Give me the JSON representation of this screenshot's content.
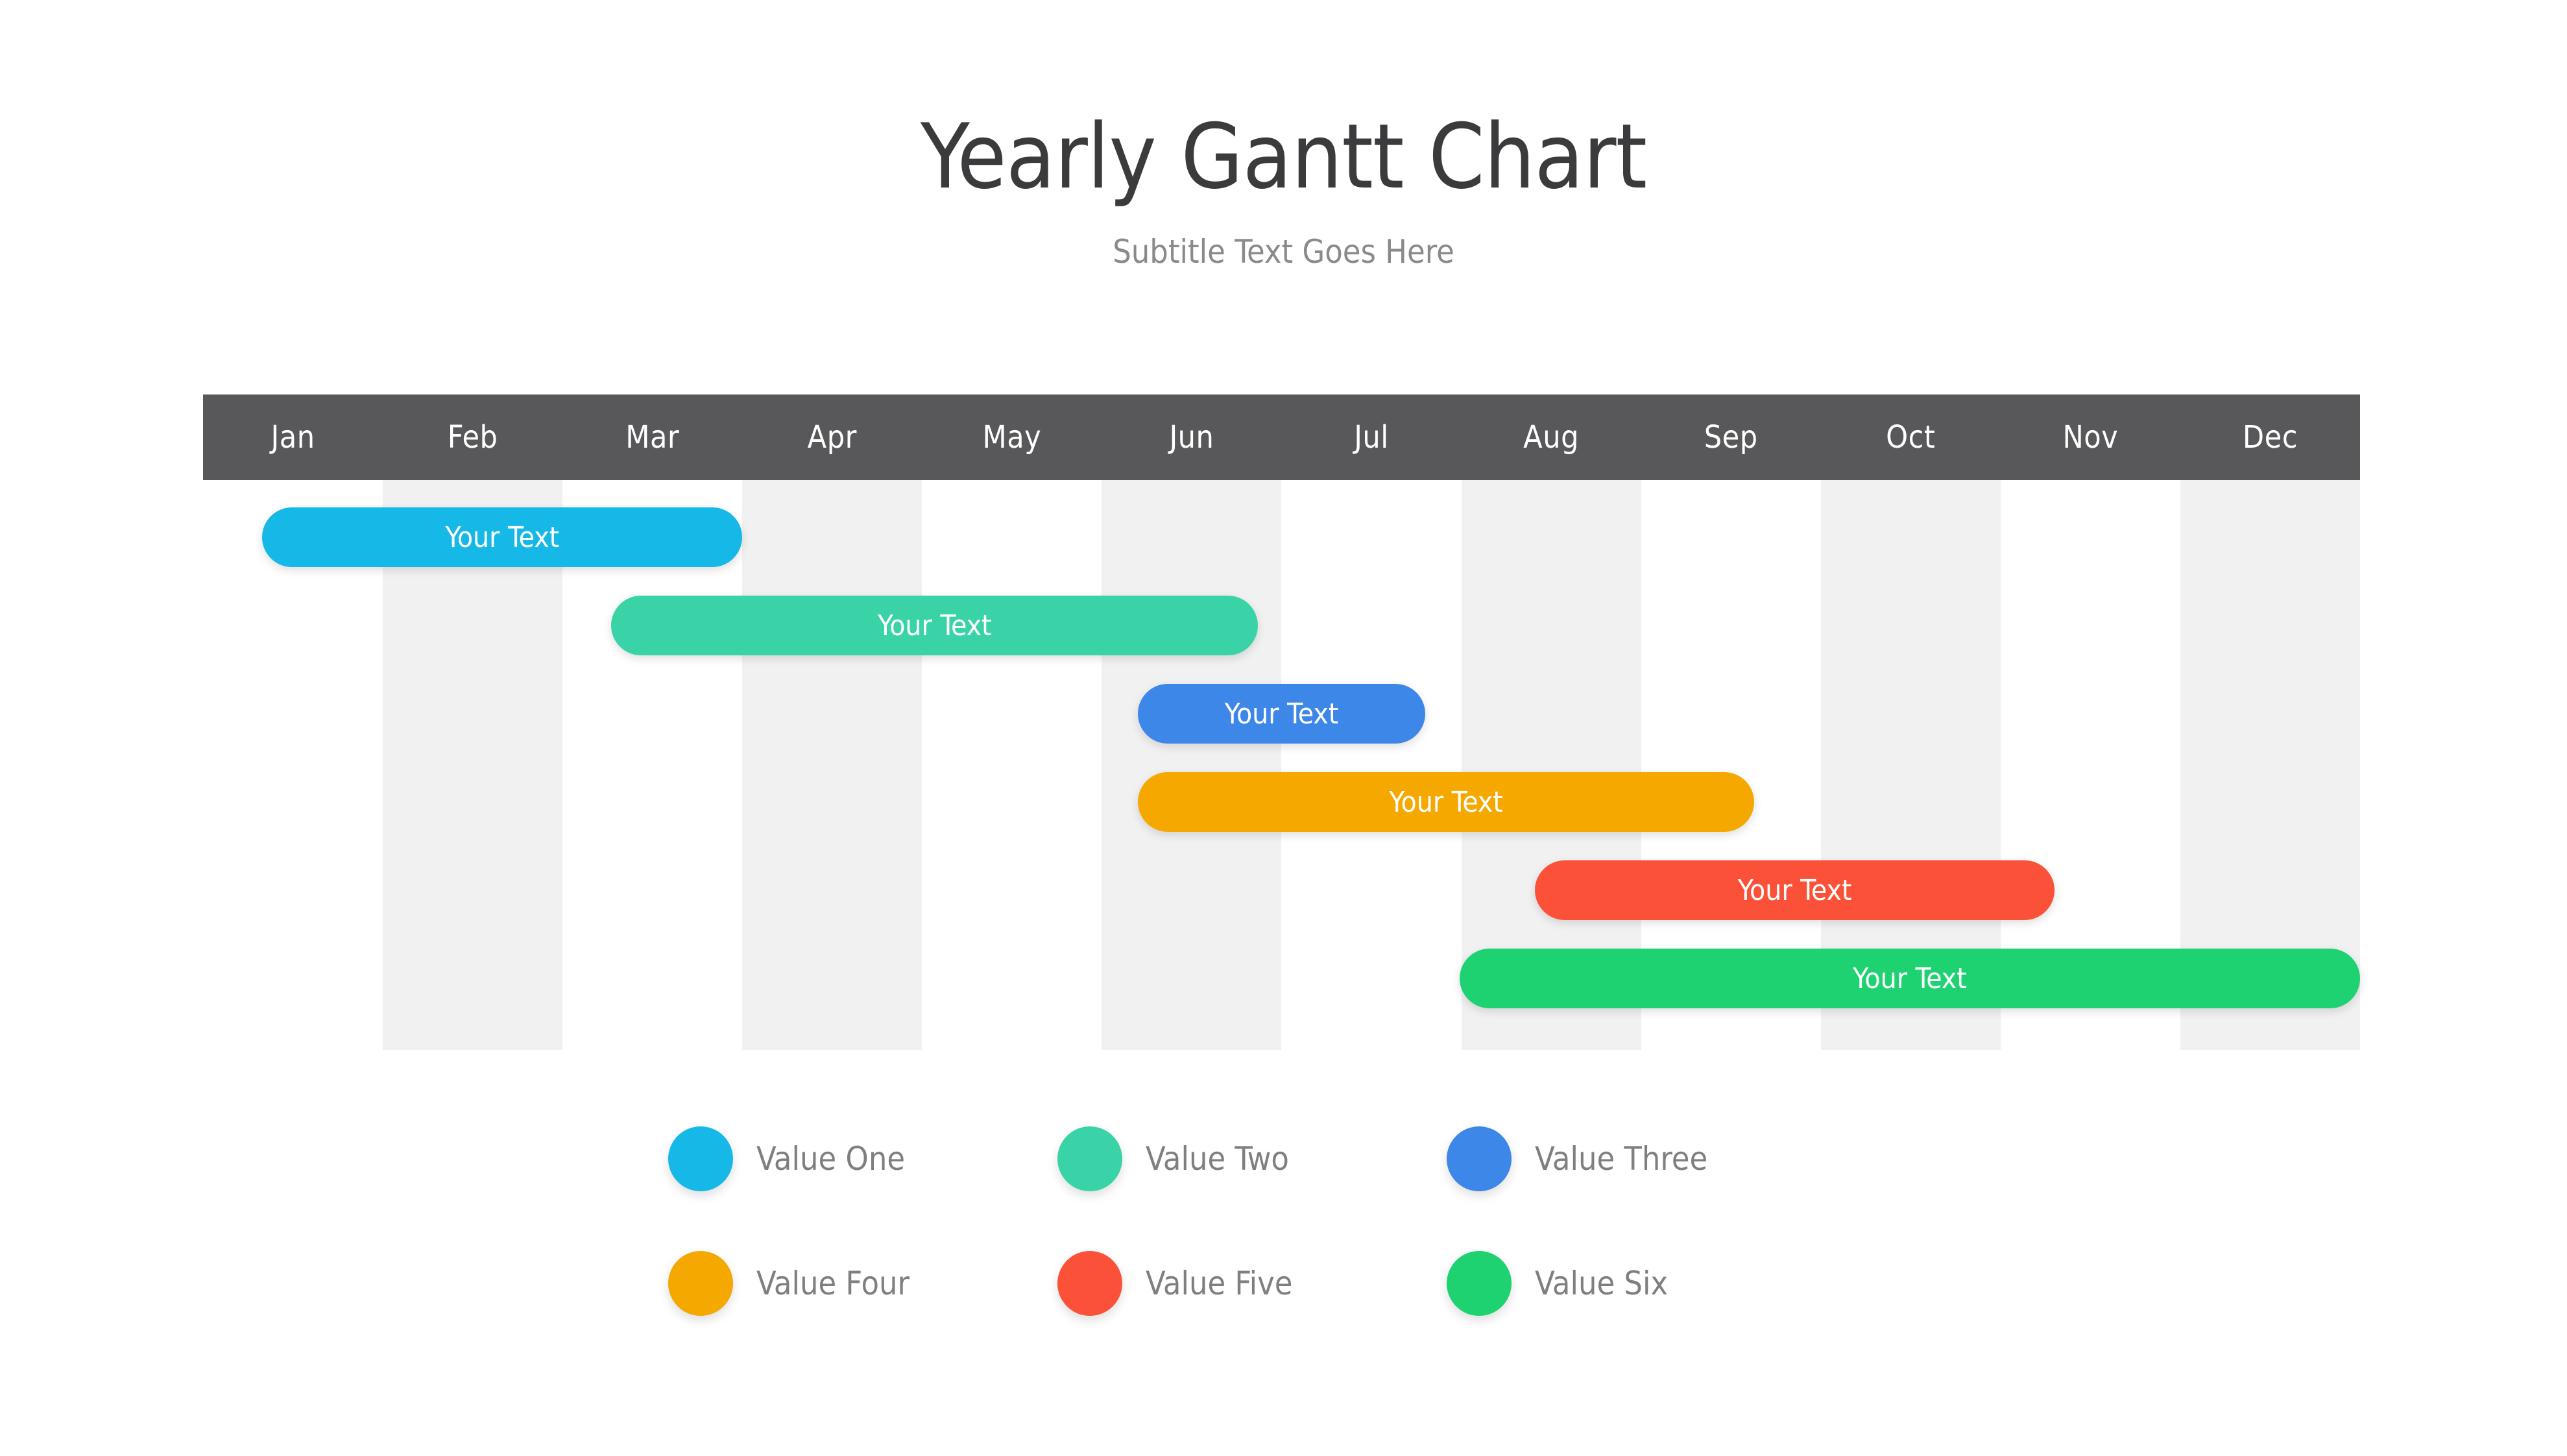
{
  "header": {
    "title": "Yearly Gantt Chart",
    "subtitle": "Subtitle Text Goes Here"
  },
  "chart_data": {
    "type": "bar",
    "title": "Yearly Gantt Chart",
    "subtitle": "Subtitle Text Goes Here",
    "xlabel": "",
    "ylabel": "",
    "grid": true,
    "legend_position": "bottom",
    "axis_range_months": [
      1,
      13
    ],
    "categories": [
      "Jan",
      "Feb",
      "Mar",
      "Apr",
      "May",
      "Jun",
      "Jul",
      "Aug",
      "Sep",
      "Oct",
      "Nov",
      "Dec"
    ],
    "bar_label": "Your Text",
    "tasks": [
      {
        "name": "Value One",
        "label": "Your Text",
        "color": "#15b8e6",
        "start_month": 1.33,
        "end_month": 4.0,
        "row": 0
      },
      {
        "name": "Value Two",
        "label": "Your Text",
        "color": "#3ad3a8",
        "start_month": 3.27,
        "end_month": 6.87,
        "row": 1
      },
      {
        "name": "Value Three",
        "label": "Your Text",
        "color": "#3d87e8",
        "start_month": 6.2,
        "end_month": 7.8,
        "row": 2
      },
      {
        "name": "Value Four",
        "label": "Your Text",
        "color": "#f5a800",
        "start_month": 6.2,
        "end_month": 9.63,
        "row": 3
      },
      {
        "name": "Value Five",
        "label": "Your Text",
        "color": "#fb5138",
        "start_month": 8.41,
        "end_month": 11.3,
        "row": 4
      },
      {
        "name": "Value Six",
        "label": "Your Text",
        "color": "#1ed272",
        "start_month": 7.99,
        "end_month": 13.0,
        "row": 5
      }
    ]
  },
  "months": [
    {
      "label": "Jan"
    },
    {
      "label": "Feb"
    },
    {
      "label": "Mar"
    },
    {
      "label": "Apr"
    },
    {
      "label": "May"
    },
    {
      "label": "Jun"
    },
    {
      "label": "Jul"
    },
    {
      "label": "Aug"
    },
    {
      "label": "Sep"
    },
    {
      "label": "Oct"
    },
    {
      "label": "Nov"
    },
    {
      "label": "Dec"
    }
  ],
  "legend": {
    "rows": [
      [
        {
          "label": "Value One",
          "color": "#15b8e6"
        },
        {
          "label": "Value Two",
          "color": "#3ad3a8"
        },
        {
          "label": "Value Three",
          "color": "#3d87e8"
        }
      ],
      [
        {
          "label": "Value Four",
          "color": "#f5a800"
        },
        {
          "label": "Value Five",
          "color": "#fb5138"
        },
        {
          "label": "Value Six",
          "color": "#1ed272"
        }
      ]
    ]
  },
  "theme": {
    "background": "#ffffff",
    "header_bar": "#58585a",
    "header_text": "#ffffff",
    "stripe": "#f1f1f1",
    "title_color": "#3b3b3d",
    "subtitle_color": "#8a8a8d",
    "legend_text": "#7f7f82",
    "bar_text": "#ffffff"
  }
}
